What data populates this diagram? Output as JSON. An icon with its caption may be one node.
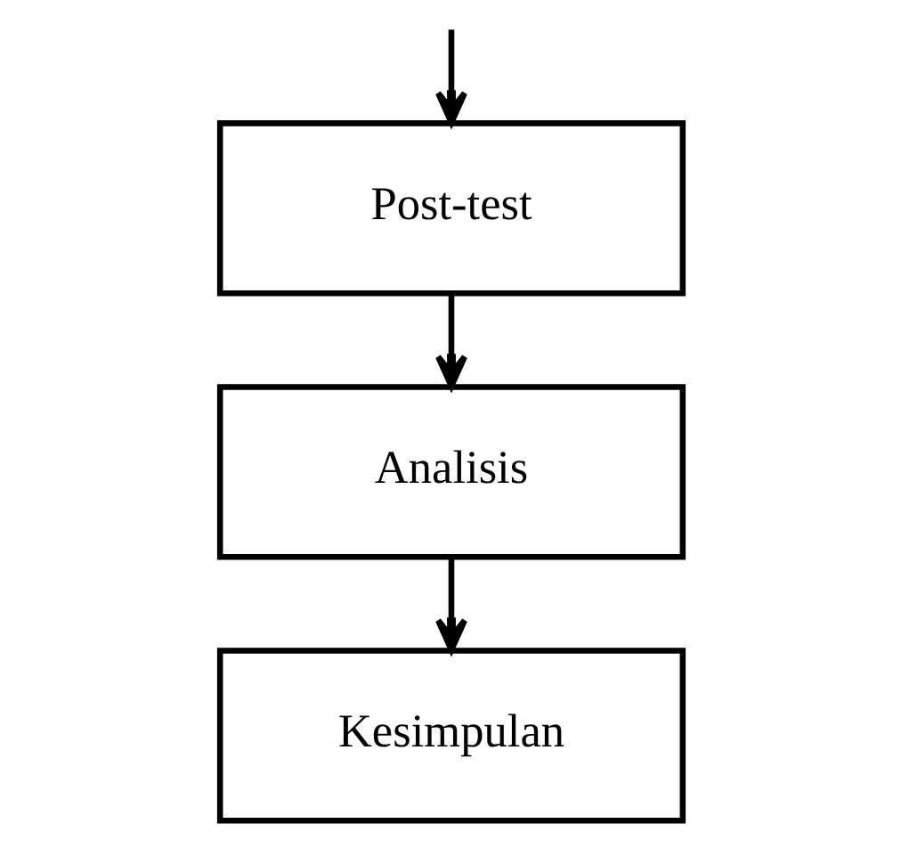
{
  "diagram": {
    "nodes": [
      {
        "text": [
          "Post-test"
        ]
      },
      {
        "text": [
          "Analisis"
        ]
      },
      {
        "text": [
          "Kesimpulan"
        ]
      }
    ],
    "edges": [
      {
        "from": null,
        "to": 0,
        "arrow": "to"
      },
      {
        "from": 0,
        "to": 1,
        "arrow": "to"
      },
      {
        "from": 1,
        "to": 2,
        "arrow": "to"
      }
    ]
  }
}
